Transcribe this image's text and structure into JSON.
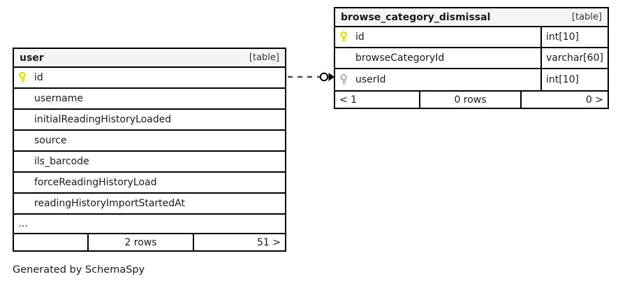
{
  "diagram": {
    "kind": "database-schema-erd",
    "generator_credit": "Generated by SchemaSpy",
    "background": "#ffffff",
    "line_color": "#000000",
    "header_fill": "#f5f5f5",
    "pk_key_color": "#e8e800",
    "fk_key_color": "#b3b3b3"
  },
  "tables": {
    "user": {
      "name": "user",
      "tag": "[table]",
      "columns": [
        {
          "name": "id",
          "key": "primary",
          "type": ""
        },
        {
          "name": "username",
          "key": "none",
          "type": ""
        },
        {
          "name": "initialReadingHistoryLoaded",
          "key": "none",
          "type": ""
        },
        {
          "name": "source",
          "key": "none",
          "type": ""
        },
        {
          "name": "ils_barcode",
          "key": "none",
          "type": ""
        },
        {
          "name": "forceReadingHistoryLoad",
          "key": "none",
          "type": ""
        },
        {
          "name": "readingHistoryImportStartedAt",
          "key": "none",
          "type": ""
        },
        {
          "name": "…",
          "key": "ellipsis",
          "type": ""
        }
      ],
      "footer": {
        "left": "",
        "middle": "2 rows",
        "right": "51 >"
      }
    },
    "browse_category_dismissal": {
      "name": "browse_category_dismissal",
      "tag": "[table]",
      "columns": [
        {
          "name": "id",
          "key": "primary",
          "type": "int[10]"
        },
        {
          "name": "browseCategoryId",
          "key": "none",
          "type": "varchar[60]"
        },
        {
          "name": "userId",
          "key": "foreign",
          "type": "int[10]"
        }
      ],
      "footer": {
        "left": "< 1",
        "middle": "0 rows",
        "right": "0 >"
      }
    }
  },
  "relationship": {
    "name": "user-to-browse_category_dismissal",
    "from_table": "user",
    "from_column": "id",
    "to_table": "browse_category_dismissal",
    "to_column": "userId",
    "line_style": "dashed",
    "source_marker": "none",
    "target_marker": "circle-and-arrow",
    "optional": true
  }
}
